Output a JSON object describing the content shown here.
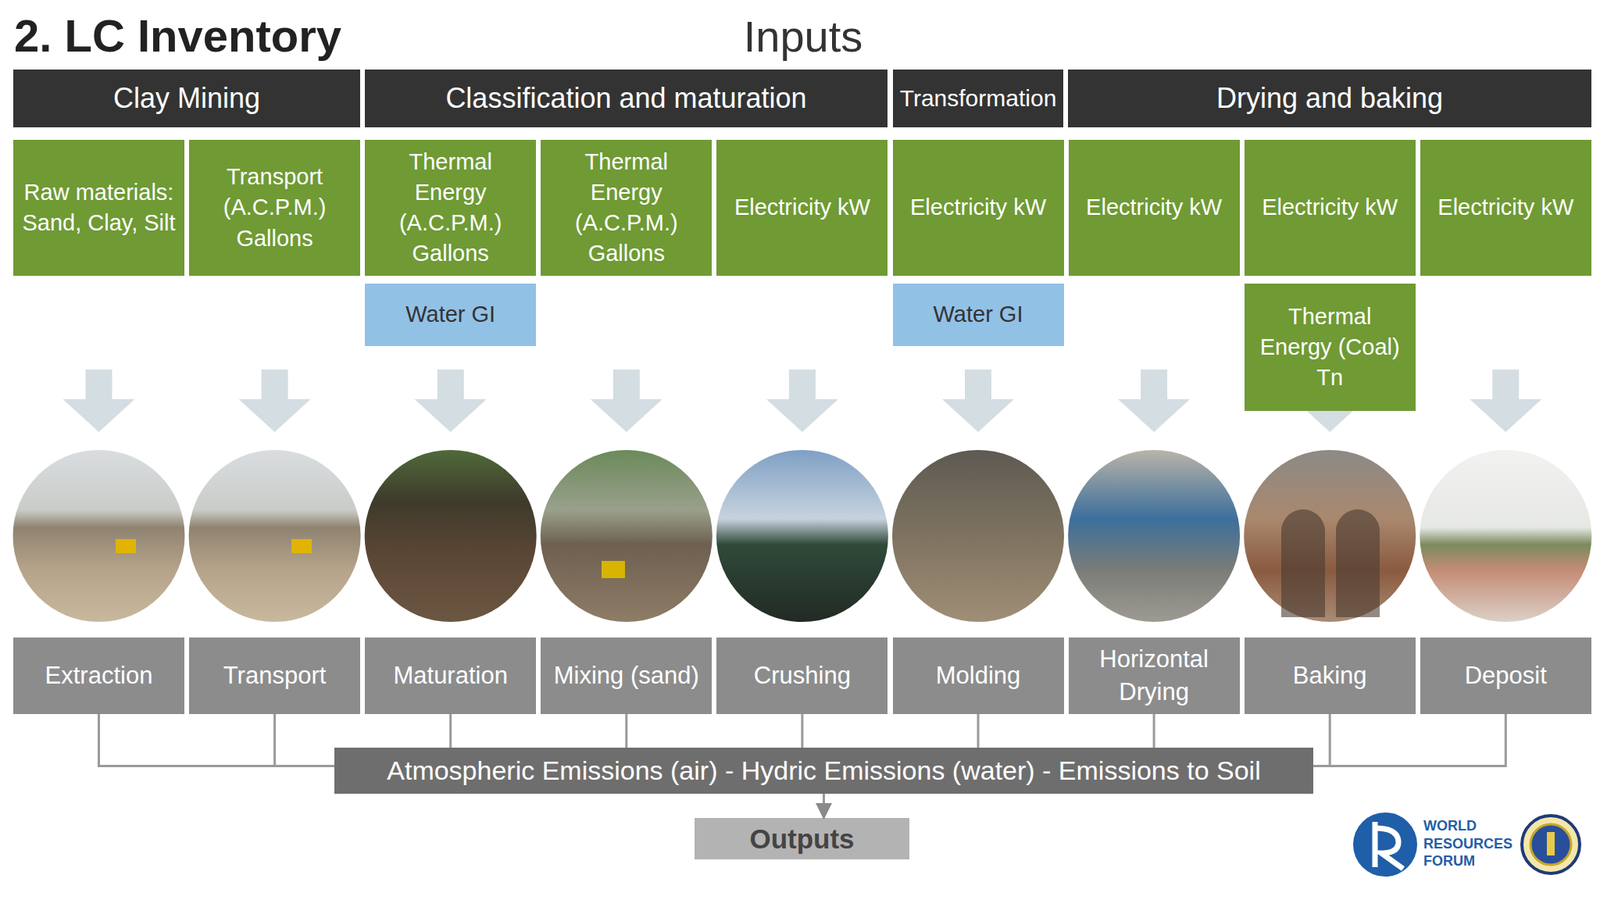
{
  "diagram": {
    "title": "2. LC Inventory",
    "nodes": [
      {
        "text": [
          "Clay Mining"
        ]
      },
      {
        "text": [
          "Classification and maturation"
        ]
      },
      {
        "text": [
          "Transformation"
        ]
      },
      {
        "text": [
          "Drying and baking"
        ]
      },
      {
        "text": [
          "Raw materials: Sand, Clay, Silt"
        ]
      },
      {
        "text": [
          "Transport (A.C.P.M.) Gallons"
        ]
      },
      {
        "text": [
          "Thermal Energy (A.C.P.M.) Gallons"
        ]
      },
      {
        "text": [
          "Thermal Energy (A.C.P.M.) Gallons"
        ]
      },
      {
        "text": [
          "Electricity kW"
        ]
      },
      {
        "text": [
          "Electricity kW"
        ]
      },
      {
        "text": [
          "Electricity kW"
        ]
      },
      {
        "text": [
          "Electricity kW"
        ]
      },
      {
        "text": [
          "Electricity kW"
        ]
      },
      {
        "text": [
          "Water GI"
        ]
      },
      {
        "text": [
          "Water GI"
        ]
      },
      {
        "text": [
          "Thermal Energy (Coal) Tn"
        ]
      },
      {
        "text": [
          "Extraction"
        ]
      },
      {
        "text": [
          "Transport"
        ]
      },
      {
        "text": [
          "Maturation"
        ]
      },
      {
        "text": [
          "Mixing (sand)"
        ]
      },
      {
        "text": [
          "Crushing"
        ]
      },
      {
        "text": [
          "Molding"
        ]
      },
      {
        "text": [
          "Horizontal Drying"
        ]
      },
      {
        "text": [
          "Baking"
        ]
      },
      {
        "text": [
          "Deposit"
        ]
      },
      {
        "text": [
          "Atmospheric Emissions (air) - Hydric Emissions (water) - Emissions to Soil"
        ]
      },
      {
        "text": [
          "Outputs"
        ]
      }
    ],
    "edges": [
      {
        "from": 16,
        "to": 25,
        "arrow": "none"
      },
      {
        "from": 17,
        "to": 25,
        "arrow": "none"
      },
      {
        "from": 18,
        "to": 25,
        "arrow": "none"
      },
      {
        "from": 19,
        "to": 25,
        "arrow": "none"
      },
      {
        "from": 20,
        "to": 25,
        "arrow": "none"
      },
      {
        "from": 21,
        "to": 25,
        "arrow": "none"
      },
      {
        "from": 22,
        "to": 25,
        "arrow": "none"
      },
      {
        "from": 23,
        "to": 25,
        "arrow": "none"
      },
      {
        "from": 24,
        "to": 25,
        "arrow": "none"
      },
      {
        "from": 25,
        "to": 26,
        "arrow": "to"
      }
    ],
    "labels": [
      "Inputs",
      "WORLD RESOURCES FORUM"
    ]
  }
}
